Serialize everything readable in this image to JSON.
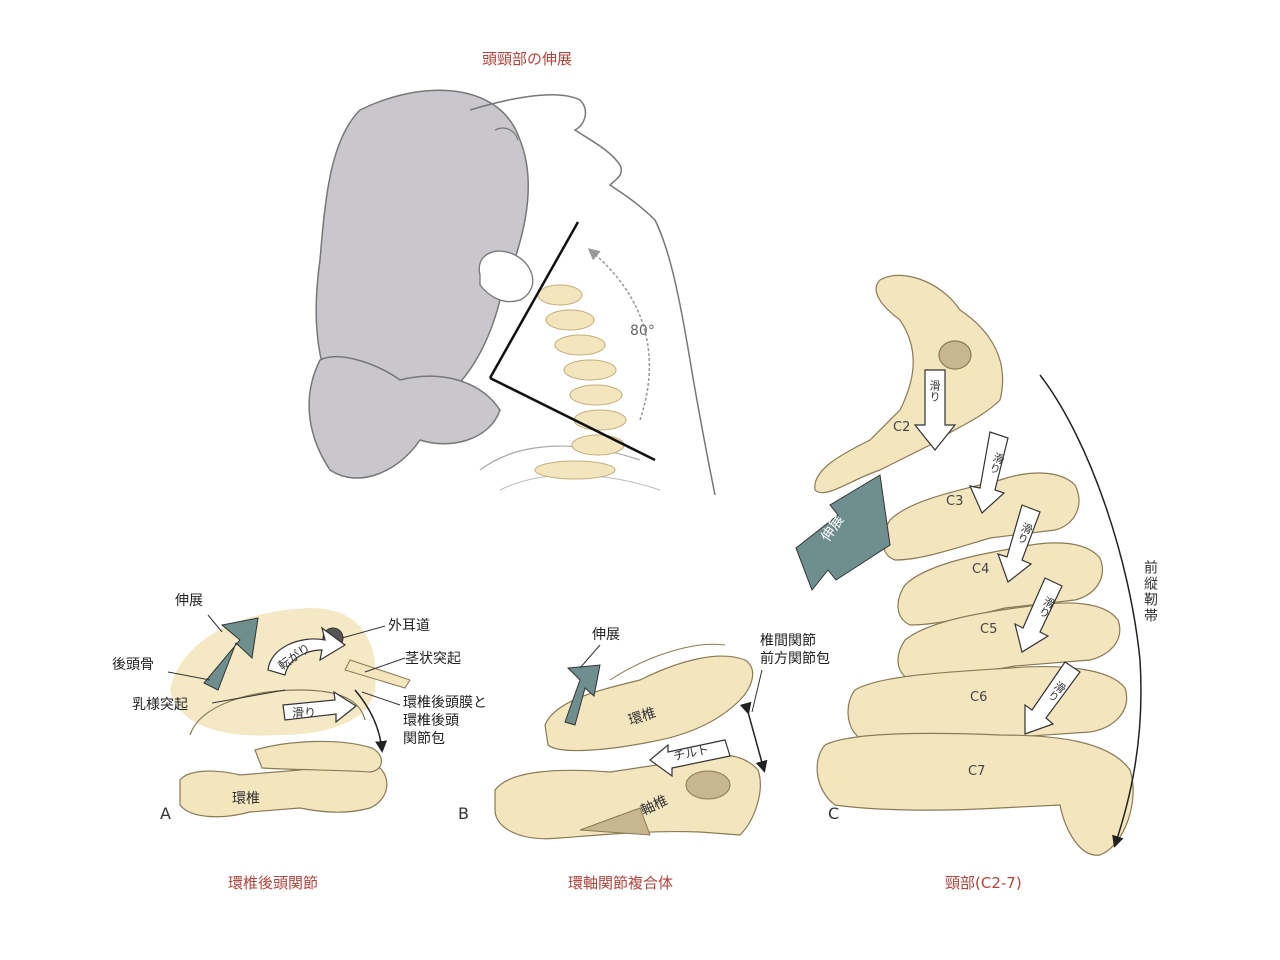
{
  "titles": {
    "top": "頭頸部の伸展",
    "a": "環椎後頭関節",
    "b": "環軸関節複合体",
    "c": "頸部(C2-7)"
  },
  "angle": "80°",
  "panels": {
    "a": "A",
    "b": "B",
    "c": "C"
  },
  "panel_a": {
    "extension": "伸展",
    "occipital": "後頭骨",
    "mastoid": "乳様突起",
    "ear": "外耳道",
    "styloid": "茎状突起",
    "membrane_line1": "環椎後頭膜と",
    "membrane_line2": "環椎後頭",
    "membrane_line3": "関節包",
    "roll": "転がり",
    "slide": "滑り",
    "atlas": "環椎"
  },
  "panel_b": {
    "extension": "伸展",
    "capsule_line1": "椎間関節",
    "capsule_line2": "前方関節包",
    "atlas": "環椎",
    "tilt": "チルト",
    "axis": "軸椎"
  },
  "panel_c": {
    "extension": "伸展",
    "ligament": "前縦靭帯",
    "slide": "滑り",
    "vertebrae": [
      "C2",
      "C3",
      "C4",
      "C5",
      "C6",
      "C7"
    ]
  },
  "colors": {
    "bone": "#f3e6bf",
    "bone_stroke": "#8a7a55",
    "arrow": "#6f8f8f",
    "title": "#b0453c",
    "hair": "#c9c7cc"
  }
}
